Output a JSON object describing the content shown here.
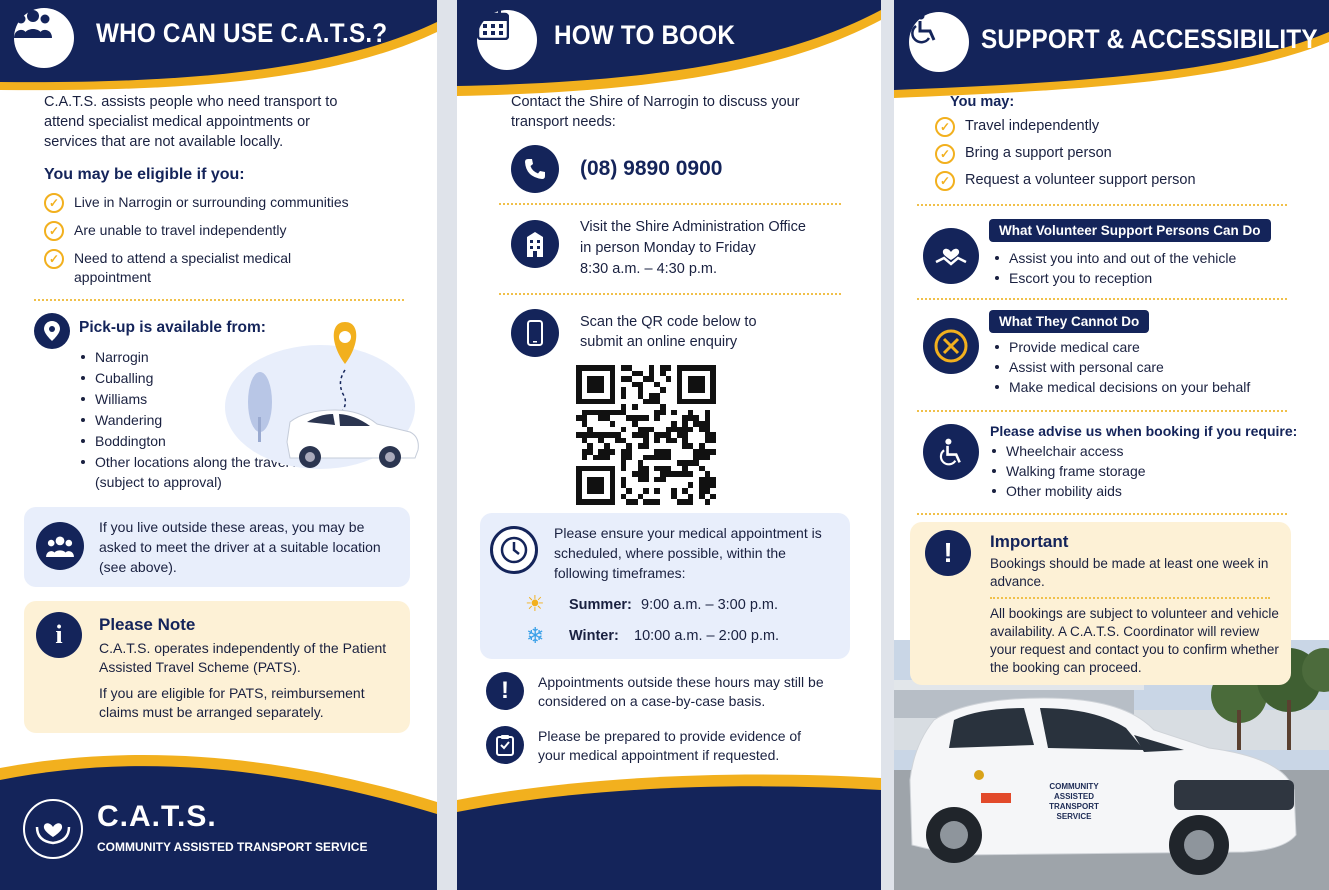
{
  "panel1": {
    "title": "WHO CAN USE C.A.T.S.?",
    "intro": "C.A.T.S. assists people who need transport to attend specialist medical appointments or services that are not available locally.",
    "eligible_heading": "You may be eligible if you:",
    "eligible": [
      "Live in Narrogin or surrounding communities",
      "Are unable to travel independently",
      "Need to attend a specialist medical appointment"
    ],
    "pickup_heading": "Pick-up is available from:",
    "pickup": [
      "Narrogin",
      "Cuballing",
      "Williams",
      "Wandering",
      "Boddington",
      "Other locations along the travel route (subject to approval)"
    ],
    "outside_text": "If you live outside these areas, you may be asked to meet the driver at a suitable location (see above).",
    "note_title": "Please Note",
    "note_1": "C.A.T.S. operates independently of the Patient Assisted Travel Scheme (PATS).",
    "note_2": "If you are eligible for PATS, reimbursement claims must be arranged separately.",
    "brand": "C.A.T.S.",
    "brand_sub": "COMMUNITY ASSISTED TRANSPORT SERVICE"
  },
  "panel2": {
    "title": "HOW TO BOOK",
    "contact": "Contact the Shire of Narrogin to discuss your transport needs:",
    "phone": "(08) 9890 0900",
    "visit_1": "Visit the Shire Administration Office",
    "visit_2": "in person Monday to Friday",
    "visit_3": "8:30 a.m. – 4:30 p.m.",
    "scan": "Scan the QR code below to submit an online enquiry",
    "timeframe": "Please ensure your medical appointment is scheduled, where possible, within the following timeframes:",
    "summer_label": "Summer:",
    "summer_time": "9:00 a.m. – 3:00 p.m.",
    "winter_label": "Winter:",
    "winter_time": "10:00 a.m. – 2:00 p.m.",
    "outside_hours": "Appointments outside these hours may still be considered on a case-by-case basis.",
    "evidence": "Please be prepared to provide evidence of your medical appointment if requested."
  },
  "panel3": {
    "title": "SUPPORT & ACCESSIBILITY",
    "you_may": "You may:",
    "options": [
      "Travel independently",
      "Bring a support person",
      "Request a volunteer support person"
    ],
    "can_do_tag": "What Volunteer Support Persons Can Do",
    "can_do": [
      "Assist you into and out of the vehicle",
      "Escort you to reception"
    ],
    "cannot_tag": "What They Cannot Do",
    "cannot": [
      "Provide medical care",
      "Assist with personal care",
      "Make medical decisions on your behalf"
    ],
    "advise_heading": "Please advise us when booking if you require:",
    "advise": [
      "Wheelchair access",
      "Walking frame storage",
      "Other mobility aids"
    ],
    "important_title": "Important",
    "important_1": "Bookings should be made at least one week in advance.",
    "important_2": "All bookings are subject to volunteer and vehicle availability. A C.A.T.S. Coordinator will review your request and contact you to confirm whether the booking can proceed.",
    "car_text": "COMMUNITY ASSISTED TRANSPORT SERVICE"
  },
  "colors": {
    "navy": "#14245a",
    "gold": "#f2b01e",
    "lightblue": "#e8eefb",
    "cream": "#fdf1d6"
  }
}
